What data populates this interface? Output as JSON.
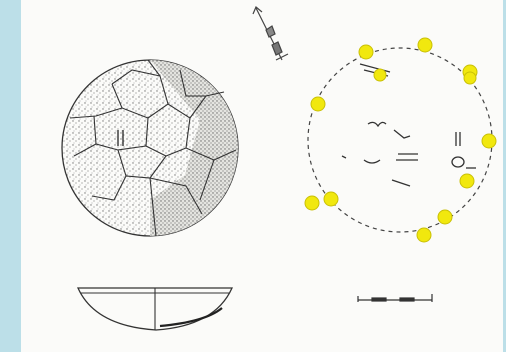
{
  "figure": {
    "frame_color": "#bcdfe8",
    "paper_color": "#fbfbf9",
    "ink_color": "#3a3a3a",
    "marker_color": "#f1e80e",
    "marker_count": 12,
    "parts": [
      "north-arrow",
      "stone-circle-plan",
      "stone-circle-section",
      "post-hole-ring-plan",
      "scale-bar"
    ]
  }
}
